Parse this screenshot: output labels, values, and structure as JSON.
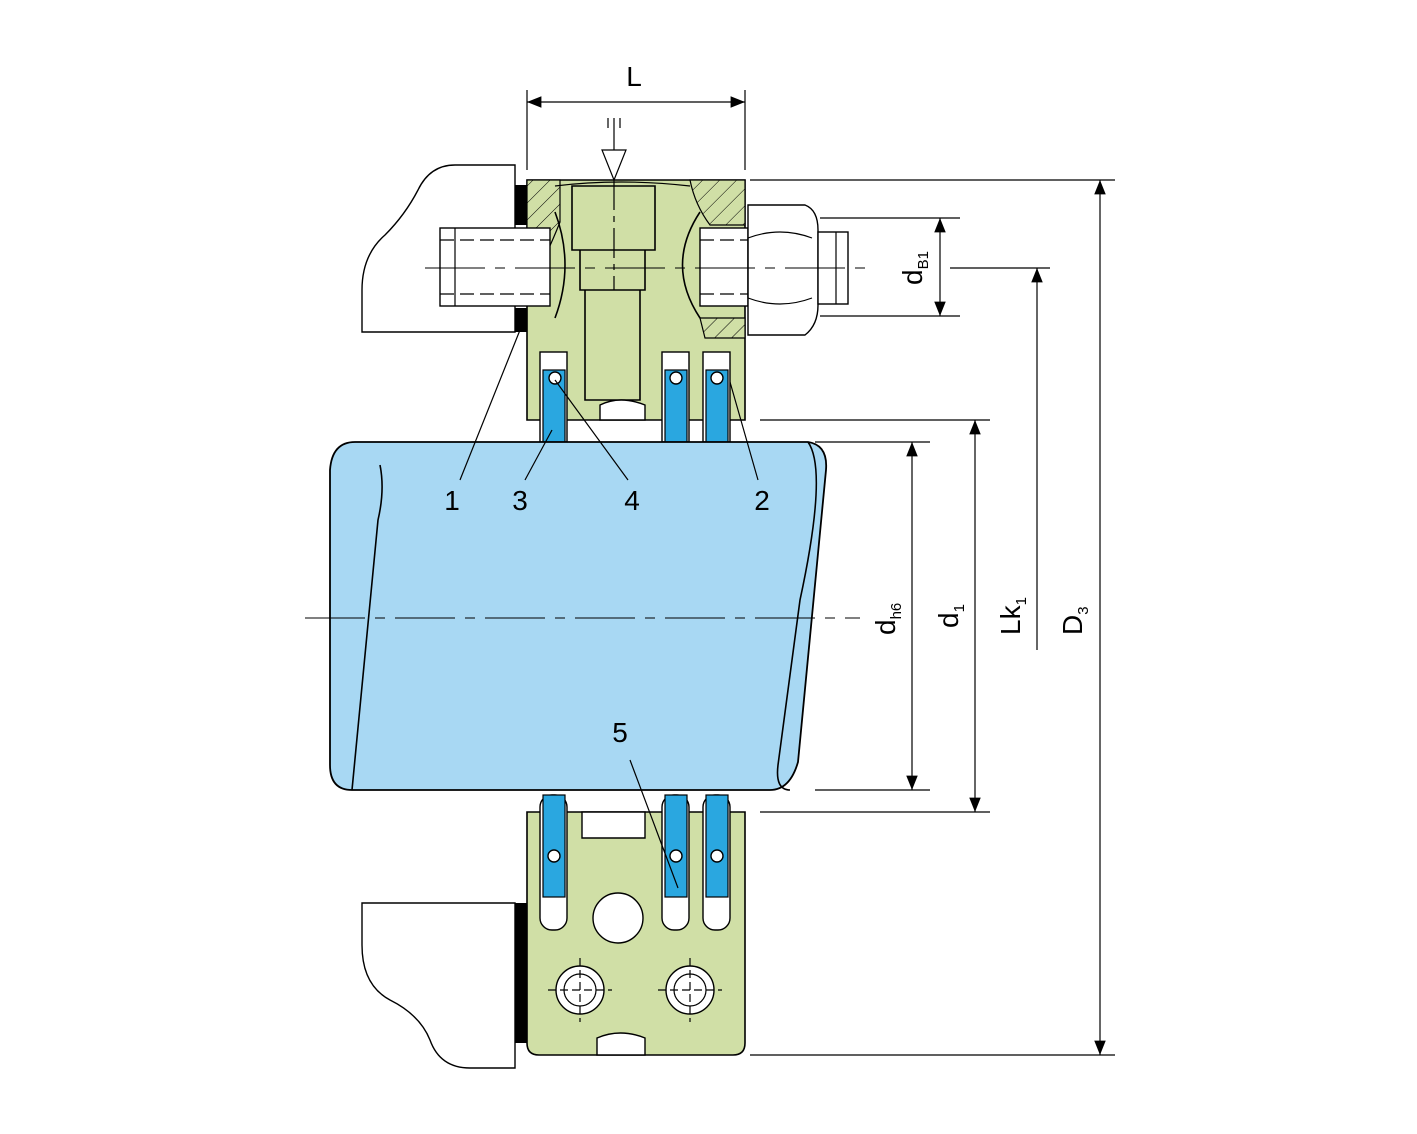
{
  "dimensions": {
    "L": "L",
    "dB1_main": "d",
    "dB1_sub": "B1",
    "dh6_main": "d",
    "dh6_sub": "h6",
    "d1_main": "d",
    "d1_sub": "1",
    "Lk1_main": "Lk",
    "Lk1_sub": "1",
    "D3_main": "D",
    "D3_sub": "3"
  },
  "callouts": [
    "1",
    "3",
    "4",
    "2",
    "5"
  ],
  "colors": {
    "housing": "#d0dfa6",
    "seal": "#2aa7e0",
    "shaft": "#a8d8f3",
    "outline": "#000000"
  }
}
